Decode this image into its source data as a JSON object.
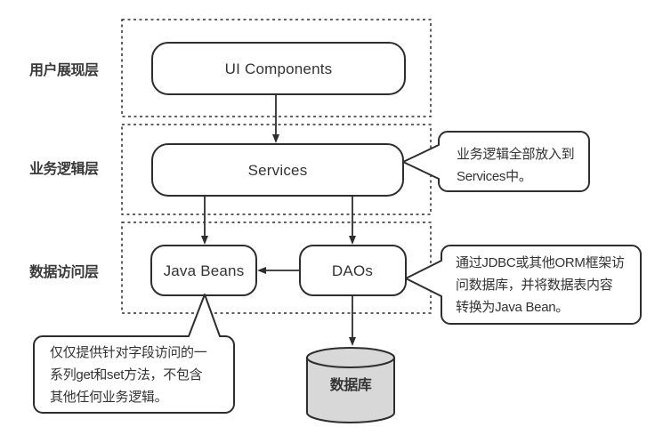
{
  "diagram": {
    "layer_labels": {
      "presentation": "用户展现层",
      "business": "业务逻辑层",
      "data_access": "数据访问层"
    },
    "nodes": {
      "ui_components": "UI Components",
      "services": "Services",
      "java_beans": "Java Beans",
      "daos": "DAOs",
      "database": "数据库"
    },
    "callouts": {
      "services_note": "业务逻辑全部放入到\nServices中。",
      "daos_note": "通过JDBC或其他ORM框架访\n问数据库，并将数据表内容\n转换为Java Bean。",
      "java_beans_note": "仅仅提供针对字段访问的一\n系列get和set方法，不包含\n其他任何业务逻辑。"
    },
    "colors": {
      "stroke": "#2e2e2e",
      "text": "#333333",
      "cylinder_fill": "#d8d8d8",
      "background": "#ffffff"
    }
  }
}
